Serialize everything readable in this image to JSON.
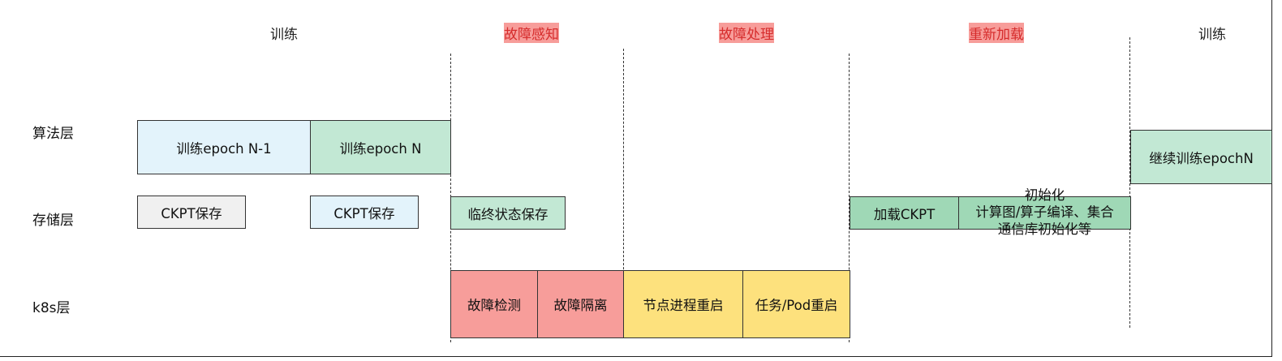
{
  "phases": {
    "p1": "训练",
    "p2": "故障感知",
    "p3": "故障处理",
    "p4": "重新加载",
    "p5": "训练"
  },
  "layers": {
    "algo": "算法层",
    "storage": "存储层",
    "k8s": "k8s层"
  },
  "boxes": {
    "epoch_prev": "训练epoch N-1",
    "epoch_n": "训练epoch N",
    "ckpt1": "CKPT保存",
    "ckpt2": "CKPT保存",
    "final_save": "临终状态保存",
    "fault_detect": "故障检测",
    "fault_isolate": "故障隔离",
    "node_restart": "节点进程重启",
    "task_restart": "任务/Pod重启",
    "load_ckpt": "加载CKPT",
    "init_line1": "初始化",
    "init_line2": "计算图/算子编译、集合",
    "init_line3": "通信库初始化等",
    "continue": "继续训练epochN"
  },
  "colors": {
    "phase_red": "#d62c2c",
    "lightblue": "#e3f3fb",
    "green": "#c2e8d4",
    "green_dark": "#9fd8b6",
    "grey": "#f0f0f0",
    "red": "#f79d9a",
    "yellow": "#fde17d"
  }
}
